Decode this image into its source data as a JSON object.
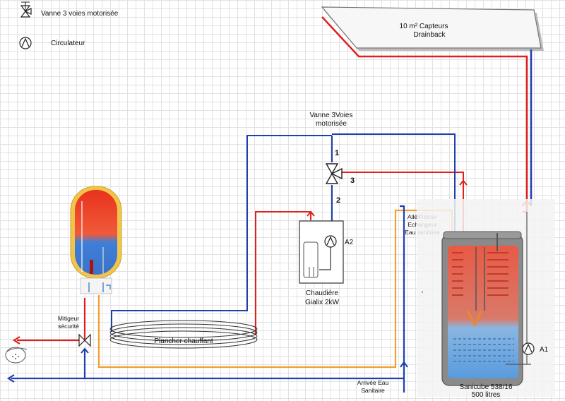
{
  "legend": {
    "valve_label": "Vanne 3 voies motorisée",
    "pump_label": "Circulateur"
  },
  "collector": {
    "line1": "10 m² Capteurs",
    "line2": "Drainback"
  },
  "valve": {
    "title_line1": "Vanne 3Voies",
    "title_line2": "motorisée",
    "port1": "1",
    "port2": "2",
    "port3": "3"
  },
  "boiler": {
    "pump_label": "A2",
    "line1": "Chaudière",
    "line2": "Gialix 2kW"
  },
  "floor_heating": {
    "label": "Plancher chauffant"
  },
  "exchanger": {
    "line1": "Allé/Retour",
    "line2": "Echangeur",
    "line3": "Eau sanitaire"
  },
  "mixer": {
    "line1": "Mitigeur",
    "line2": "sécurité"
  },
  "water_inlet": {
    "line1": "Arrivée Eau",
    "line2": "Sanitaire"
  },
  "tank": {
    "line1": "Sanicube 538/16",
    "line2": "500 litres",
    "pump_label": "A1"
  },
  "colors": {
    "hot": "#e02020",
    "cold": "#1f3fae",
    "sanitary": "#f0a030",
    "grid": "#e2e2e2"
  }
}
